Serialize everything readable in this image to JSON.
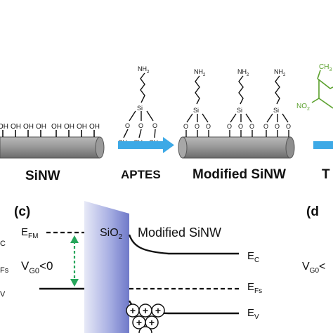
{
  "top_row": {
    "oh_groups": [
      "OH",
      "OH",
      "OH",
      "OH",
      "OH",
      "OH",
      "OH",
      "OH"
    ],
    "sinw_label": "SiNW",
    "aptes_label": "APTES",
    "modified_label": "Modified SiNW",
    "cut_off_label": "T",
    "aptes_molecule": {
      "amine": "NH",
      "amine_sub": "2",
      "si": "Si",
      "oxygen": "O",
      "methyl": "CH",
      "methyl_sub": "3"
    },
    "nitro_fragment": {
      "nitro": "NO",
      "nitro_sub": "2",
      "methyl": "CH",
      "methyl_sub": "3"
    }
  },
  "panel_c": {
    "label": "(c)",
    "efm": "E",
    "efm_sub": "FM",
    "sio2": "SiO",
    "sio2_sub": "2",
    "modified": "Modified SiNW",
    "vg": "V",
    "vg_sub": "G0",
    "vg_rel": "<0",
    "ec": "E",
    "ec_sub": "C",
    "efs": "E",
    "efs_sub": "Fs",
    "ev": "E",
    "ev_sub": "V",
    "hole_symbol": "+"
  },
  "left_fragment": {
    "c_sub": "C",
    "fs_sub": "Fs",
    "v_sub": "V"
  },
  "panel_d": {
    "label": "(d",
    "vg": "V",
    "vg_sub": "G0",
    "vg_rel": "<"
  },
  "colors": {
    "arrow_blue": "#3da9e6",
    "wire_gray": "#8e8e8e",
    "oxide_blue": "#6f79c9",
    "green_dashed": "#26a65b",
    "molecule_green": "#5aa02c"
  }
}
